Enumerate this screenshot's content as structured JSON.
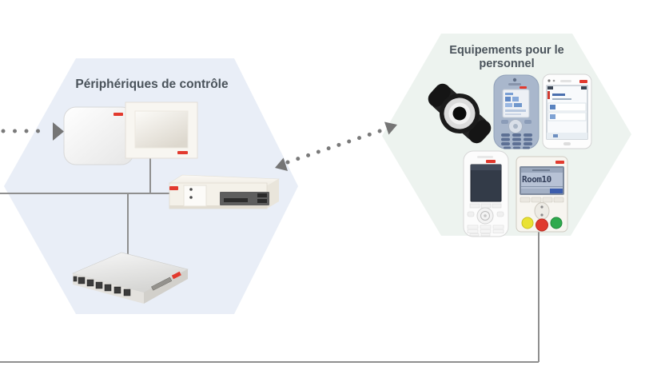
{
  "zones": {
    "control": {
      "title": "Périphériques de contrôle"
    },
    "staff": {
      "title": "Equipements pour le personnel"
    }
  },
  "devices": {
    "terminal": {
      "screen_text": "Room10"
    }
  },
  "colors": {
    "control_zone_bg": "#e9eef7",
    "staff_zone_bg": "#edf3ef",
    "connector_line": "#8f8f8f",
    "dotted_arrow": "#7a7a7a",
    "brand_red": "#e23a2e",
    "title_text": "#4a535b",
    "lcd_bg": "#b7c2d5",
    "lcd_text": "#333f5a"
  }
}
